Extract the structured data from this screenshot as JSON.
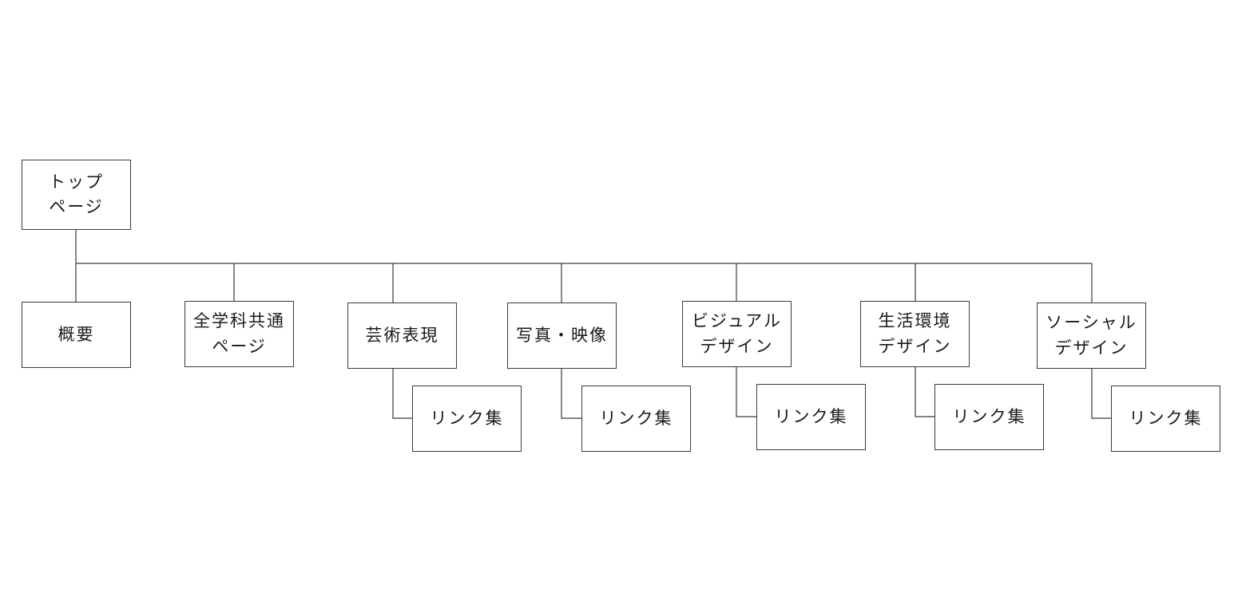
{
  "diagram": {
    "root": {
      "line1": "トップ",
      "line2": "ページ"
    },
    "sections": [
      {
        "line1": "概要",
        "line2": ""
      },
      {
        "line1": "全学科共通",
        "line2": "ページ"
      },
      {
        "line1": "芸術表現",
        "line2": "",
        "child": "リンク集"
      },
      {
        "line1": "写真・映像",
        "line2": "",
        "child": "リンク集"
      },
      {
        "line1": "ビジュアル",
        "line2": "デザイン",
        "child": "リンク集"
      },
      {
        "line1": "生活環境",
        "line2": "デザイン",
        "child": "リンク集"
      },
      {
        "line1": "ソーシャル",
        "line2": "デザイン",
        "child": "リンク集"
      }
    ]
  }
}
